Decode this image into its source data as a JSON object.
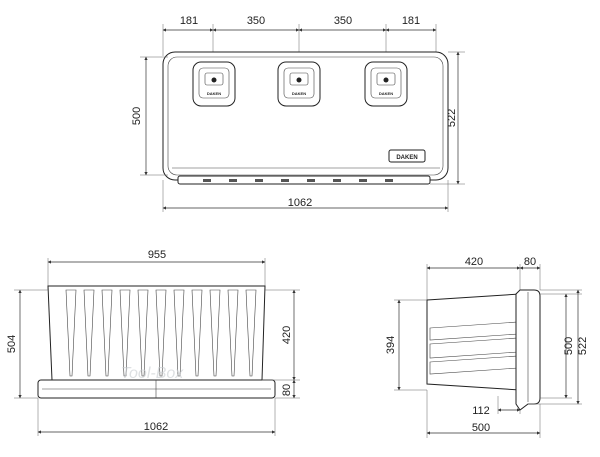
{
  "front_view": {
    "top_dims": [
      "181",
      "350",
      "350",
      "181"
    ],
    "left_dim": "500",
    "right_dim": "522",
    "bottom_dim": "1062",
    "brand_plate": "DAKEN",
    "lock_label": "DAKEN"
  },
  "bottom_left_view": {
    "top_dim": "955",
    "left_dim": "504",
    "right_upper_dim": "420",
    "right_lower_dim": "80",
    "bottom_dim": "1062",
    "watermark": "Tool-Box"
  },
  "side_view": {
    "top_left_dim": "420",
    "top_right_dim": "80",
    "left_dim": "394",
    "right_inner_dim": "500",
    "right_outer_dim": "522",
    "bottom_upper_dim": "112",
    "bottom_dim": "500"
  }
}
